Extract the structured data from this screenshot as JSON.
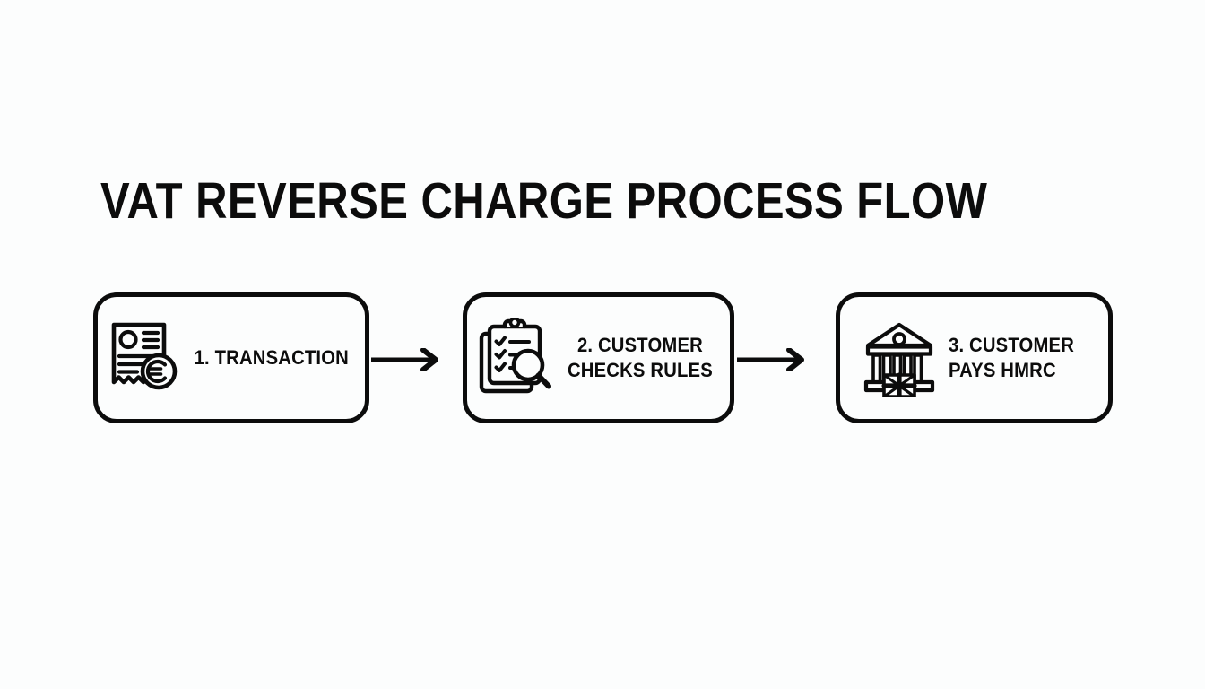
{
  "page": {
    "title": "VAT REVERSE CHARGE PROCESS FLOW",
    "background_color": "#fcfdfd",
    "ink_color": "#0c0c0c"
  },
  "flow": {
    "type": "process-flow",
    "orientation": "horizontal",
    "steps": [
      {
        "id": "step-1",
        "icon": "invoice-euro-icon",
        "label_lines": [
          "1. TRANSACTION"
        ]
      },
      {
        "id": "step-2",
        "icon": "clipboard-checklist-magnifier-icon",
        "label_lines": [
          "2. CUSTOMER",
          "CHECKS RULES"
        ]
      },
      {
        "id": "step-3",
        "icon": "bank-union-jack-icon",
        "label_lines": [
          "3. CUSTOMER",
          "PAYS HMRC"
        ]
      }
    ],
    "connectors": [
      {
        "id": "arrow-1",
        "icon": "arrow-right-icon",
        "from": "step-1",
        "to": "step-2"
      },
      {
        "id": "arrow-2",
        "icon": "arrow-right-icon",
        "from": "step-2",
        "to": "step-3"
      }
    ]
  }
}
